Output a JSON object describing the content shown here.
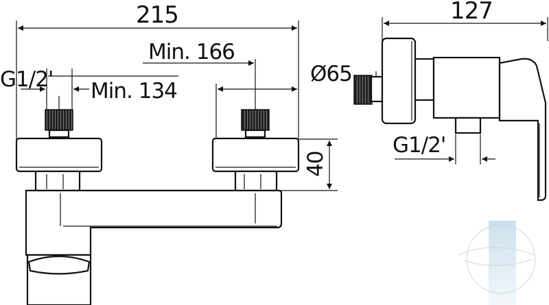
{
  "front_view": {
    "dim_overall_width": "215",
    "dim_min_166": "Min. 166",
    "dim_thread": "G1/2'",
    "dim_min_134": "Min. 134",
    "dim_height": "40"
  },
  "side_view": {
    "dim_depth": "127",
    "dim_diameter": "Ø65",
    "dim_thread": "G1/2'"
  },
  "colors": {
    "line": "#111111",
    "watermark": "#c6dcea"
  }
}
